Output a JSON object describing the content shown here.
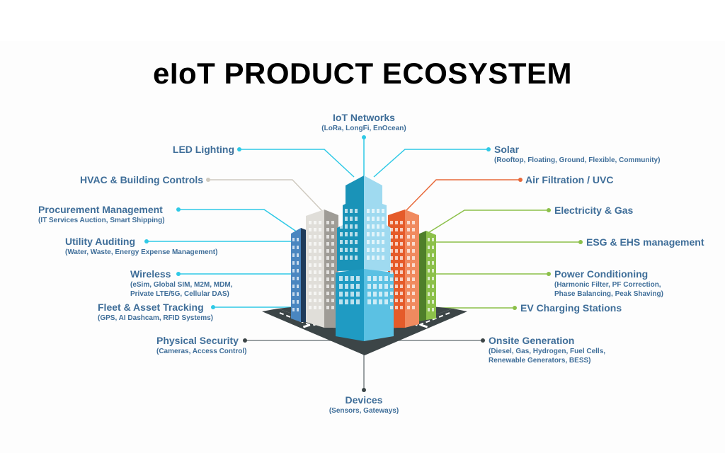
{
  "title": "eIoT PRODUCT ECOSYSTEM",
  "colors": {
    "text": "#3f6e99",
    "cyan": "#2fc9e6",
    "gray": "#cfcac0",
    "orange": "#e8693a",
    "green": "#8cc04a",
    "dark": "#3c4547"
  },
  "top": {
    "heading": "IoT Networks",
    "sub": "(LoRa, LongFi, EnOcean)"
  },
  "bottom": {
    "heading": "Devices",
    "sub": "(Sensors, Gateways)"
  },
  "left": [
    {
      "heading": "LED Lighting",
      "sub": [],
      "color": "cyan"
    },
    {
      "heading": "HVAC & Building Controls",
      "sub": [],
      "color": "gray"
    },
    {
      "heading": "Procurement Management",
      "sub": [
        "(IT Services Auction, Smart Shipping)"
      ],
      "color": "cyan"
    },
    {
      "heading": "Utility Auditing",
      "sub": [
        "(Water, Waste, Energy Expense Management)"
      ],
      "color": "cyan"
    },
    {
      "heading": "Wireless",
      "sub": [
        "(eSim, Global SIM, M2M, MDM,",
        "Private LTE/5G, Cellular DAS)"
      ],
      "color": "cyan"
    },
    {
      "heading": "Fleet & Asset Tracking",
      "sub": [
        "(GPS, AI Dashcam, RFID Systems)"
      ],
      "color": "cyan"
    },
    {
      "heading": "Physical Security",
      "sub": [
        "(Cameras, Access Control)"
      ],
      "color": "dark"
    }
  ],
  "right": [
    {
      "heading": "Solar",
      "sub": [
        "(Rooftop, Floating, Ground, Flexible, Community)"
      ],
      "color": "cyan"
    },
    {
      "heading": "Air Filtration / UVC",
      "sub": [],
      "color": "orange"
    },
    {
      "heading": "Electricity & Gas",
      "sub": [],
      "color": "green"
    },
    {
      "heading": "ESG & EHS management",
      "sub": [],
      "color": "green"
    },
    {
      "heading": "Power Conditioning",
      "sub": [
        "(Harmonic Filter, PF Correction,",
        "Phase Balancing, Peak Shaving)"
      ],
      "color": "green"
    },
    {
      "heading": "EV Charging Stations",
      "sub": [],
      "color": "green"
    },
    {
      "heading": "Onsite Generation",
      "sub": [
        "(Diesel, Gas, Hydrogen, Fuel Cells,",
        "Renewable Generators, BESS)"
      ],
      "color": "dark"
    }
  ]
}
